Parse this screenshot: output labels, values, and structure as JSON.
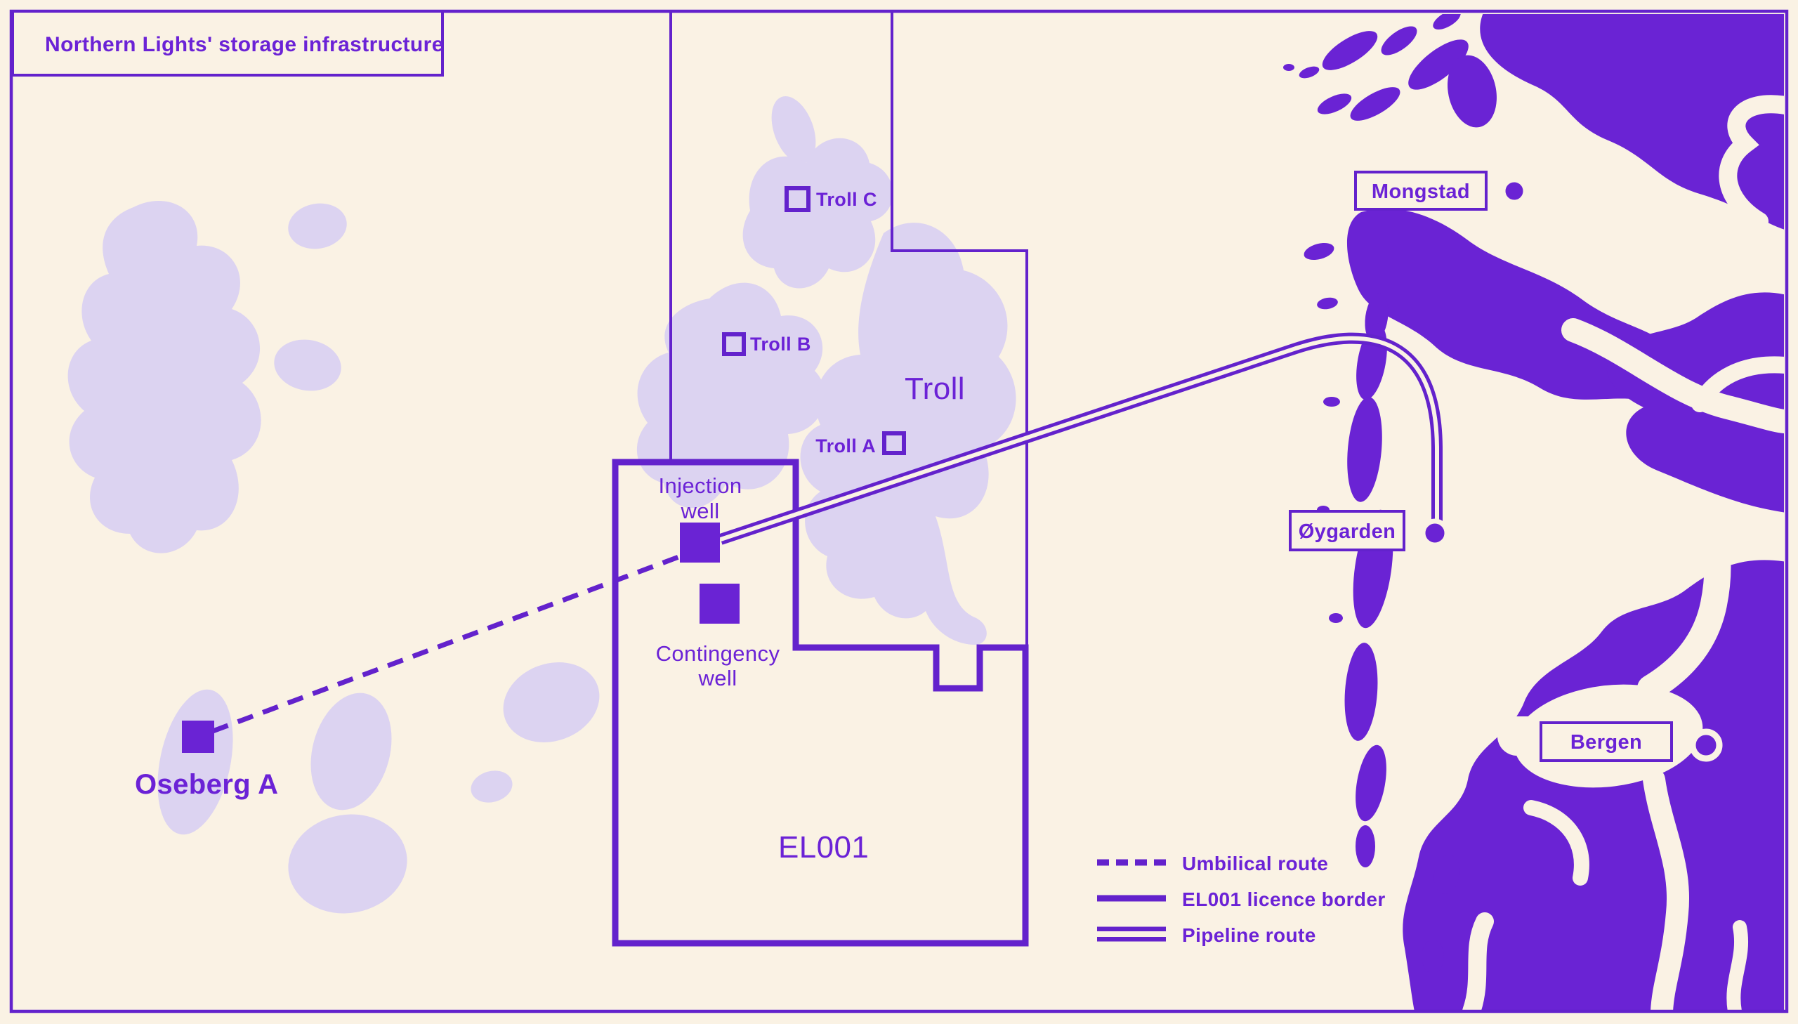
{
  "title": "Northern Lights' storage infrastructure",
  "colors": {
    "background": "#faf2e4",
    "land_purple": "#6a23d4",
    "field_lavender": "#dcd3f1",
    "line_purple": "#6322cc",
    "text_purple": "#6b22d6"
  },
  "map": {
    "troll_field_label": "Troll",
    "licence_label": "EL001",
    "oseberg_label": "Oseberg A",
    "platforms": [
      {
        "id": "troll-c",
        "label": "Troll C"
      },
      {
        "id": "troll-b",
        "label": "Troll B"
      },
      {
        "id": "troll-a",
        "label": "Troll A"
      }
    ],
    "wells": {
      "injection": {
        "line1": "Injection",
        "line2": "well"
      },
      "contingency": {
        "line1": "Contingency",
        "line2": "well"
      }
    },
    "places": [
      {
        "name": "Mongstad"
      },
      {
        "name": "Øygarden"
      },
      {
        "name": "Bergen"
      }
    ]
  },
  "legend": {
    "items": [
      {
        "label": "Umbilical route",
        "style": "dashed"
      },
      {
        "label": "EL001 licence border",
        "style": "solid"
      },
      {
        "label": "Pipeline route",
        "style": "double"
      }
    ]
  }
}
